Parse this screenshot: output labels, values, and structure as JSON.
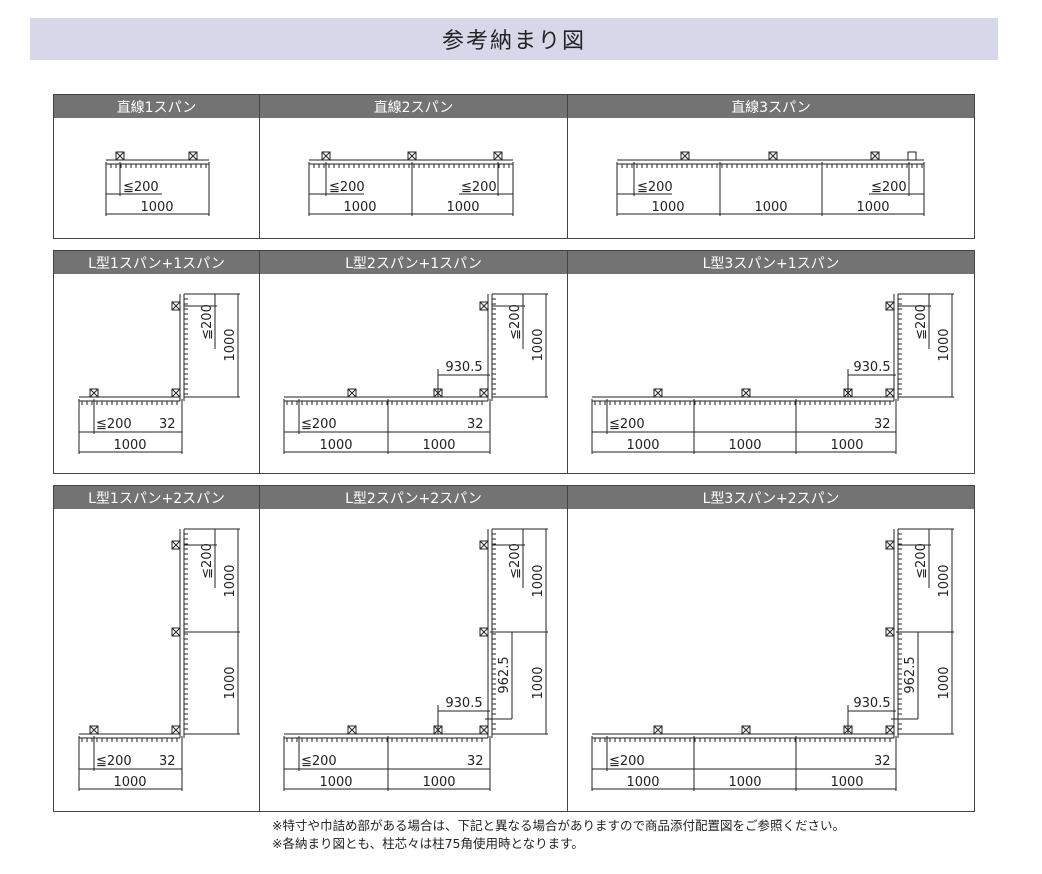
{
  "title": "参考納まり図",
  "panels": [
    {
      "header": "直線1スパン",
      "labels": [
        "≦200",
        "1000"
      ]
    },
    {
      "header": "直線2スパン",
      "labels": [
        "≦200",
        "≦200",
        "1000",
        "1000"
      ]
    },
    {
      "header": "直線3スパン",
      "labels": [
        "≦200",
        "≦200",
        "1000",
        "1000",
        "1000"
      ]
    },
    {
      "header": "L型1スパン+1スパン",
      "labels": [
        "≦200",
        "1000",
        "≦200",
        "32",
        "1000"
      ]
    },
    {
      "header": "L型2スパン+1スパン",
      "labels": [
        "≦200",
        "1000",
        "930.5",
        "≦200",
        "32",
        "1000",
        "1000"
      ]
    },
    {
      "header": "L型3スパン+1スパン",
      "labels": [
        "≦200",
        "1000",
        "930.5",
        "≦200",
        "32",
        "1000",
        "1000",
        "1000"
      ]
    },
    {
      "header": "L型1スパン+2スパン",
      "labels": [
        "≦200",
        "1000",
        "1000",
        "≦200",
        "32",
        "1000"
      ]
    },
    {
      "header": "L型2スパン+2スパン",
      "labels": [
        "≦200",
        "1000",
        "962.5",
        "1000",
        "930.5",
        "≦200",
        "32",
        "1000",
        "1000"
      ]
    },
    {
      "header": "L型3スパン+2スパン",
      "labels": [
        "≦200",
        "1000",
        "962.5",
        "1000",
        "930.5",
        "≦200",
        "32",
        "1000",
        "1000",
        "1000"
      ]
    }
  ],
  "notes": [
    "※特寸や巾詰め部がある場合は、下記と異なる場合がありますので商品添付配置図をご参照ください。",
    "※各納まり図とも、柱芯々は柱75角使用時となります。"
  ]
}
